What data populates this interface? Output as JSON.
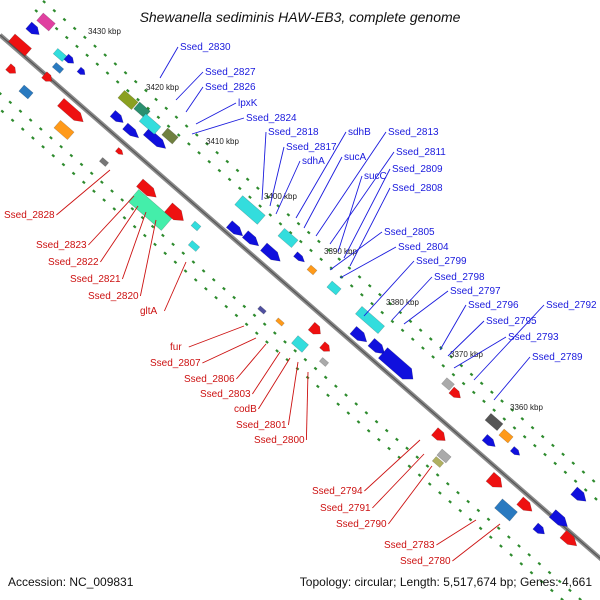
{
  "title": "Shewanella sediminis HAW-EB3, complete genome",
  "accession": "Accession: NC_009831",
  "topology": "Topology: circular; Length: 5,517,674 bp; Genes: 4,661",
  "colors": {
    "backbone": "#707070",
    "tick": "#2e8b2e",
    "forward_label": "#1a1add",
    "reverse_label": "#cc1111",
    "blue_gene": "#1010dd",
    "red_gene": "#ee1111",
    "cyan_gene": "#33dddd",
    "mint_gene": "#44eeaa"
  },
  "scale_labels": [
    "3430 kbp",
    "3420 kbp",
    "3410 kbp",
    "3400 kbp",
    "3390 kbp",
    "3380 kbp",
    "3370 kbp",
    "3360 kbp"
  ],
  "forward_labels": [
    "Ssed_2830",
    "Ssed_2827",
    "Ssed_2826",
    "lpxK",
    "Ssed_2824",
    "Ssed_2818",
    "Ssed_2817",
    "sdhA",
    "sdhB",
    "sucA",
    "Ssed_2813",
    "Ssed_2811",
    "sucC",
    "Ssed_2809",
    "Ssed_2808",
    "Ssed_2805",
    "Ssed_2804",
    "Ssed_2799",
    "Ssed_2798",
    "Ssed_2797",
    "Ssed_2796",
    "Ssed_2795",
    "Ssed_2793",
    "Ssed_2792",
    "Ssed_2789"
  ],
  "reverse_labels": [
    "Ssed_2828",
    "Ssed_2823",
    "Ssed_2822",
    "Ssed_2821",
    "Ssed_2820",
    "gltA",
    "fur",
    "Ssed_2807",
    "Ssed_2806",
    "Ssed_2803",
    "codB",
    "Ssed_2801",
    "Ssed_2800",
    "Ssed_2794",
    "Ssed_2791",
    "Ssed_2790",
    "Ssed_2783",
    "Ssed_2780"
  ]
}
